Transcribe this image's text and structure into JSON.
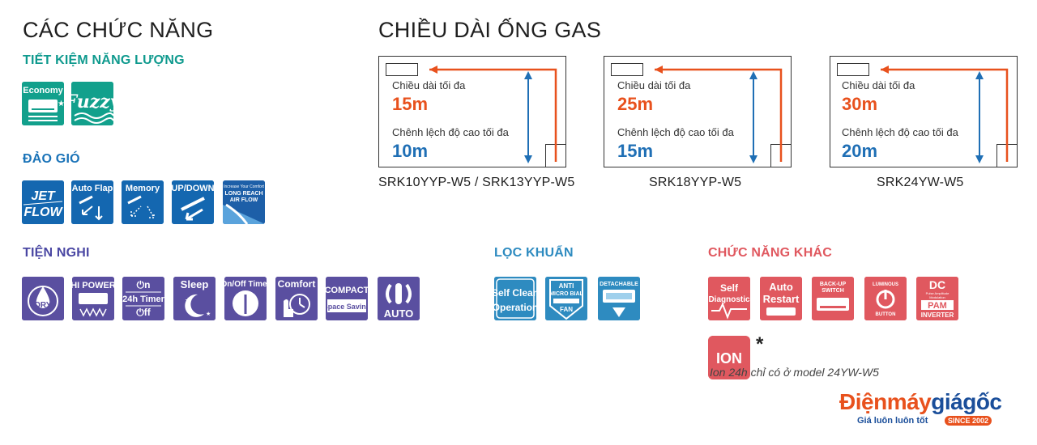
{
  "colors": {
    "teal": "#0f9a8e",
    "blue": "#1a73b8",
    "purple": "#5a4fa0",
    "light_blue": "#2e8bc0",
    "red": "#e0585f",
    "orange": "#e8511d",
    "pipe_blue": "#1f6fb5"
  },
  "features": {
    "title": "CÁC CHỨC NĂNG",
    "energy": {
      "heading": "TIẾT KIỆM NĂNG LƯỢNG",
      "icons": [
        {
          "label": "Economy",
          "icon": "economy-icon"
        },
        {
          "label": "Fuzzy",
          "icon": "fuzzy-icon"
        }
      ]
    },
    "swing": {
      "heading": "ĐẢO GIÓ",
      "icons": [
        {
          "label": "JET FLOW",
          "icon": "jet-flow-icon"
        },
        {
          "label": "Auto Flap",
          "icon": "auto-flap-icon"
        },
        {
          "label": "Memory",
          "icon": "memory-flap-icon"
        },
        {
          "label": "UP/DOWN",
          "icon": "up-down-icon"
        },
        {
          "label": "LONG REACH AIR FLOW",
          "icon": "long-reach-icon"
        }
      ]
    },
    "comfort": {
      "heading": "TIỆN NGHI",
      "icons": [
        {
          "label": "DRY",
          "icon": "dry-icon"
        },
        {
          "label": "HI POWER",
          "icon": "hi-power-icon"
        },
        {
          "label": "On 24h Timer Off",
          "icon": "timer-icon"
        },
        {
          "label": "Sleep",
          "icon": "sleep-icon"
        },
        {
          "label": "On/Off Timer",
          "icon": "on-off-timer-icon"
        },
        {
          "label": "Comfort",
          "icon": "comfort-icon"
        },
        {
          "label": "COMPACT Space Saving",
          "icon": "compact-icon"
        },
        {
          "label": "AUTO",
          "icon": "auto-mode-icon"
        }
      ]
    },
    "filter": {
      "heading": "LỌC KHUẨN",
      "icons": [
        {
          "label": "Self Clean Operation",
          "icon": "self-clean-icon"
        },
        {
          "label": "ANTI MICRO BIAL FAN",
          "icon": "anti-microbial-icon"
        },
        {
          "label": "DETACHABLE",
          "icon": "detachable-icon"
        }
      ]
    },
    "other": {
      "heading": "CHỨC NĂNG KHÁC",
      "icons": [
        {
          "label": "Self Diagnostic",
          "icon": "self-diagnostic-icon"
        },
        {
          "label": "Auto Restart",
          "icon": "auto-restart-icon"
        },
        {
          "label": "BACK-UP SWITCH",
          "icon": "backup-switch-icon"
        },
        {
          "label": "LUMINOUS BUTTON",
          "icon": "luminous-button-icon"
        },
        {
          "label": "DC PAM INVERTER",
          "icon": "dc-pam-icon"
        }
      ],
      "ion": {
        "label": "ION",
        "asterisk": "*",
        "note": "Ion 24h chỉ có ở model 24YW-W5"
      }
    }
  },
  "gas": {
    "title": "CHIỀU DÀI ỐNG GAS",
    "max_length_label": "Chiều dài tối đa",
    "height_diff_label": "Chênh lệch độ cao tối đa",
    "models": [
      {
        "name": "SRK10YYP-W5 / SRK13YYP-W5",
        "length": "15m",
        "height": "10m"
      },
      {
        "name": "SRK18YYP-W5",
        "length": "25m",
        "height": "15m"
      },
      {
        "name": "SRK24YW-W5",
        "length": "30m",
        "height": "20m"
      }
    ]
  },
  "brand": {
    "name_d": "Đ",
    "name_rest": "iện",
    "name_may": "máy",
    "name_gia": "giá",
    "name_goc": "gốc",
    "slogan": "Giá luôn luôn tốt",
    "since": "SINCE 2002"
  }
}
